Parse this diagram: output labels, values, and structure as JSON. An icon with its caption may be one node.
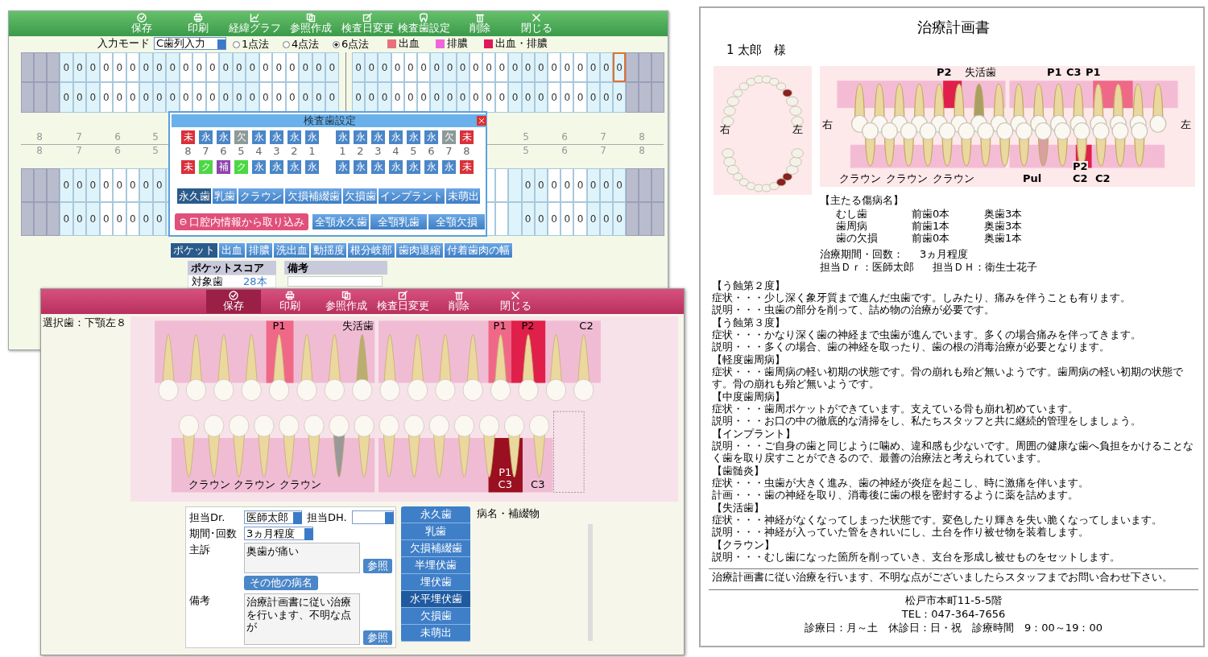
{
  "diagram": {
    "labels": [
      "保存",
      "印刷",
      "経緯グラフ",
      "参照作成",
      "検査日変更",
      "検査歯設定",
      "削除",
      "閉じる",
      "入力モード",
      "C歯列入力",
      "1点法",
      "4点法",
      "6点法",
      "0",
      "0",
      "0",
      "0",
      "0",
      "0",
      "0",
      "0",
      "0",
      "0",
      "0",
      "0",
      "0",
      "0",
      "0",
      "0",
      "0",
      "0",
      "0",
      "0",
      "0",
      "0",
      "0",
      "0",
      "0",
      "0",
      "0",
      "0",
      "0",
      "0",
      "0",
      "0",
      "0",
      "0",
      "0",
      "0",
      "0",
      "0",
      "0",
      "0",
      "0",
      "0",
      "0",
      "0",
      "0",
      "0",
      "0",
      "0",
      "0",
      "0",
      "0",
      "0",
      "0",
      "0",
      "0",
      "0",
      "0",
      "0",
      "0",
      "0",
      "0",
      "0",
      "0",
      "0",
      "0",
      "0",
      "0",
      "0",
      "0",
      "0",
      "0",
      "0",
      "0",
      "0",
      "0",
      "0",
      "0",
      "0",
      "0",
      "0",
      "0",
      "0",
      "0",
      "0",
      "8",
      "7",
      "6",
      "5",
      "5",
      "6",
      "7",
      "8",
      "8",
      "7",
      "6",
      "5",
      "5",
      "6",
      "7",
      "8",
      "0",
      "0",
      "0",
      "0",
      "0",
      "0",
      "0",
      "0",
      "0",
      "0",
      "0",
      "0",
      "0",
      "0",
      "0",
      "0",
      "0",
      "0",
      "0",
      "0",
      "0",
      "0",
      "0",
      "0",
      "0",
      "0",
      "0",
      "0",
      "0",
      "0",
      "0",
      "0",
      "検査歯設定",
      "未",
      "永",
      "永",
      "欠",
      "永",
      "永",
      "永",
      "永",
      "永",
      "永",
      "永",
      "永",
      "永",
      "永",
      "欠",
      "未",
      "8",
      "7",
      "6",
      "5",
      "4",
      "3",
      "2",
      "1",
      "1",
      "2",
      "3",
      "4",
      "5",
      "6",
      "7",
      "8",
      "未",
      "ク",
      "補",
      "ク",
      "永",
      "永",
      "永",
      "永",
      "永",
      "永",
      "永",
      "永",
      "永",
      "永",
      "永",
      "未",
      "永久歯",
      "乳歯",
      "クラウン",
      "欠損補綴歯",
      "欠損歯",
      "インプラント",
      "未萌出",
      "口腔内情報から取り込み",
      "全顎永久歯",
      "全顎乳歯",
      "全顎欠損",
      "ポケット",
      "出血",
      "排膿",
      "洗出血",
      "動揺度",
      "根分岐部",
      "歯肉退縮",
      "付着歯肉の幅",
      "ポケットスコア",
      "対象歯",
      "28本",
      "備考",
      "保存",
      "印刷",
      "参照作成",
      "検査日変更",
      "削除",
      "閉じる",
      "選択歯：下顎左８",
      "P1",
      "失活歯",
      "P1",
      "P2",
      "C2",
      "クラウン",
      "クラウン",
      "クラウン",
      "P1",
      "C3",
      "C3",
      "担当Dr.",
      "医師太郎",
      "担当DH.",
      "期間･回数",
      "3ヵ月程度",
      "主訴",
      "奥歯が痛い",
      "参照",
      "その他の病名",
      "備考",
      "治療計画書に従い治療を行います、不明な点が",
      "参照",
      "永久歯",
      "乳歯",
      "欠損補綴歯",
      "半埋伏歯",
      "埋伏歯",
      "水平埋伏歯",
      "欠損歯",
      "未萌出",
      "病名・補綴物",
      "治療計画書",
      "1 太郎　様",
      "右",
      "左",
      "P2",
      "失活歯",
      "P1",
      "C3",
      "P1",
      "右",
      "左",
      "クラウン",
      "クラウン",
      "クラウン",
      "Pul",
      "P2",
      "C2",
      "C2",
      "【主たる傷病名】",
      "むし歯",
      "前歯0本",
      "奥歯3本",
      "歯周病",
      "前歯1本",
      "奥歯3本",
      "歯の欠損",
      "前歯0本",
      "奥歯1本",
      "治療期間・回数：",
      "3ヵ月程度",
      "担当Ｄｒ：医師太郎",
      "担当ＤＨ：衛生士花子",
      "【う蝕第２度】",
      "症状・・・少し深く象牙質まで進んだ虫歯です。しみたり、痛みを伴うことも有ります。",
      "説明・・・虫歯の部分を削って、詰め物の治療が必要です。",
      "【う蝕第３度】",
      "症状・・・かなり深く歯の神経まで虫歯が進んでいます。多くの場合痛みを伴ってきます。",
      "説明・・・多くの場合、歯の神経を取ったり、歯の根の消毒治療が必要となります。",
      "【軽度歯周病】",
      "症状・・・歯周病の軽い初期の状態です。骨の崩れも殆ど無いようです。歯周病の軽い初期の状態です。骨の崩れも殆ど無いようです。",
      "【中度歯周病】",
      "症状・・・歯周ポケットができています。支えている骨も崩れ初めています。",
      "説明・・・お口の中の徹底的な清掃をし、私たちスタッフと共に継続的管理をしましょう。",
      "【インプラント】",
      "説明・・・ご自身の歯と同じように噛め、違和感も少ないです。周囲の健康な歯へ負担をかけることなく歯を取り戻すことができるので、最善の治療法と考えられています。",
      "【歯髄炎】",
      "症状・・・虫歯が大きく進み、歯の神経が炎症を起こし、時に激痛を伴います。",
      "計画・・・歯の神経を取り、消毒後に歯の根を密封するように薬を詰めます。",
      "【失活歯】",
      "症状・・・神経がなくなってしまった状態です。変色したり輝きを失い脆くなってしまいます。",
      "説明・・・神経が入っていた管をきれいにし、土台を作り被せ物を装着します。",
      "【クラウン】",
      "説明・・・むし歯になった箇所を削っていき、支台を形成し被せものをセットします。",
      "治療計画書に従い治療を行います、不明な点がございましたらスタッフまでお問い合わせ下さい。",
      "松戸市本町11-5-5階",
      "TEL：047-364-7656",
      "診療日：月～土　休診日：日・祝　診療時間　9：00～19：00"
    ],
    "legend": [
      {
        "text": "出血",
        "color": "#e8707a"
      },
      {
        "text": "排膿",
        "color": "#ee66dd"
      },
      {
        "text": "出血・排膿",
        "color": "#e0185a"
      }
    ]
  }
}
